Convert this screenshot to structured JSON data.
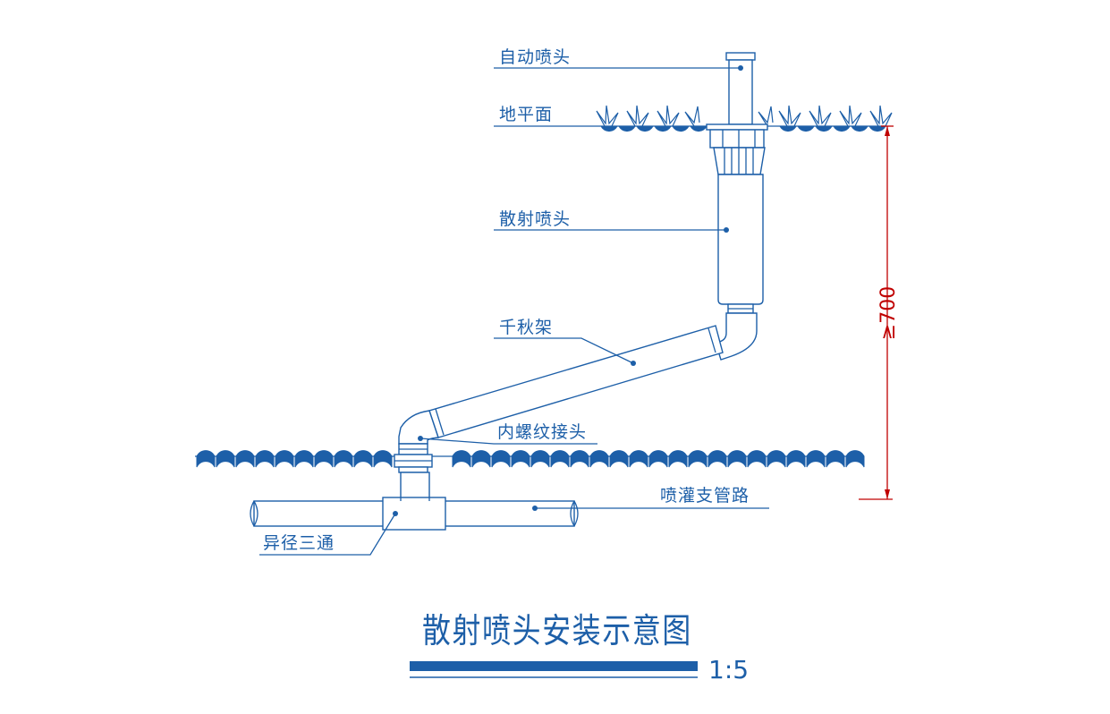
{
  "labels": {
    "auto_sprinkler": "自动喷头",
    "ground_level": "地平面",
    "spray_head": "散射喷头",
    "swing_joint": "千秋架",
    "female_thread_fitting": "内螺纹接头",
    "branch_pipe": "喷灌支管路",
    "reducing_tee": "异径三通"
  },
  "dimension": {
    "text": "≥700",
    "color": "#c00000"
  },
  "title": {
    "text": "散射喷头安装示意图",
    "scale": "1:5"
  },
  "colors": {
    "line": "#1d5fa8",
    "hatch": "#1d5fa8",
    "dimension": "#c00000"
  }
}
